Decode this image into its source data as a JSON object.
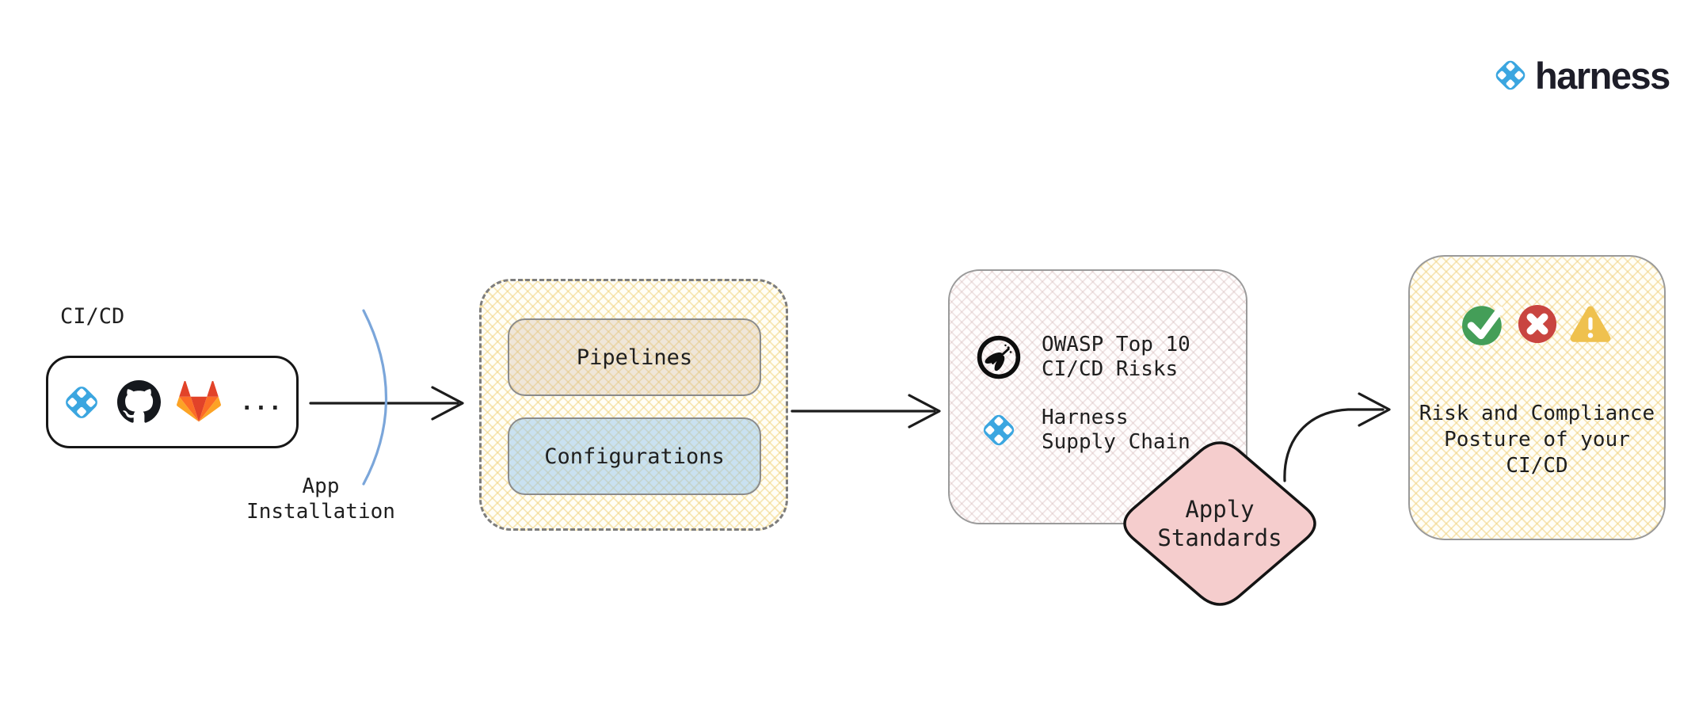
{
  "brand": {
    "logo_text": "harness"
  },
  "source": {
    "label": "CI/CD",
    "icons": [
      "harness-icon",
      "github-icon",
      "gitlab-icon"
    ],
    "ellipsis": "..."
  },
  "connectors": {
    "app_installation_lines": [
      "App",
      "Installation"
    ]
  },
  "group": {
    "pipelines_label": "Pipelines",
    "configurations_label": "Configurations"
  },
  "standards": {
    "owasp_lines": [
      "OWASP Top 10",
      "CI/CD Risks"
    ],
    "harness_lines": [
      "Harness",
      "Supply Chain"
    ]
  },
  "decision": {
    "lines": [
      "Apply",
      "Standards"
    ]
  },
  "result": {
    "lines": [
      "Risk and Compliance",
      "Posture of your",
      "CI/CD"
    ],
    "status_icons": [
      "check-icon",
      "cross-icon",
      "warning-icon"
    ]
  },
  "colors": {
    "harness_blue": "#3BA6E0",
    "arc_blue": "#7BA6DA",
    "diamond_pink": "#F5CDCD",
    "pipelines_beige": "#EFE8DD",
    "configurations_blue": "#D7E5F2",
    "lattice_yellow": "#F0D382",
    "lattice_gray_pink": "#D6BBBB",
    "check_green": "#449E58",
    "cross_red": "#C94540",
    "warning_amber": "#EFC14E",
    "gitlab_red": "#E24329",
    "gitlab_orange": "#FC6D26",
    "gitlab_yellow": "#FCA326"
  }
}
